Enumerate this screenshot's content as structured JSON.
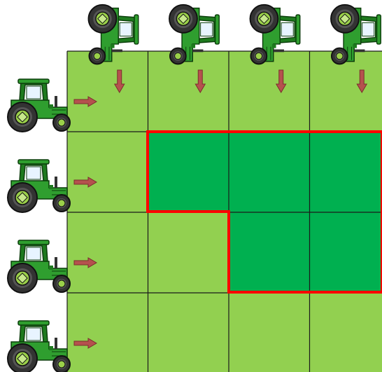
{
  "colors": {
    "light_field": "#92d050",
    "dark_field": "#00b050",
    "grid_line": "#1a1a1a",
    "highlight_border": "#ff0000",
    "arrow": "#b5514e",
    "tractor_body": "#1e7a1e",
    "tractor_body_light": "#2f9e2f",
    "tire": "#333333",
    "rim": "#9bd04a"
  },
  "grid": {
    "rows": 4,
    "cols": 4,
    "cells": [
      [
        "light",
        "light",
        "light",
        "light"
      ],
      [
        "light",
        "dark",
        "dark",
        "dark"
      ],
      [
        "light",
        "light",
        "dark",
        "dark"
      ],
      [
        "light",
        "light",
        "light",
        "light"
      ]
    ]
  },
  "top_tractors": {
    "count": 4,
    "facing": "down",
    "icon": "tractor-icon",
    "arrow_icon": "arrow-down-icon"
  },
  "left_tractors": {
    "count": 4,
    "facing": "right",
    "icon": "tractor-icon",
    "arrow_icon": "arrow-right-icon"
  },
  "highlight_region": {
    "description_cells": [
      [
        1,
        1
      ],
      [
        1,
        2
      ],
      [
        1,
        3
      ],
      [
        2,
        2
      ],
      [
        2,
        3
      ]
    ]
  }
}
